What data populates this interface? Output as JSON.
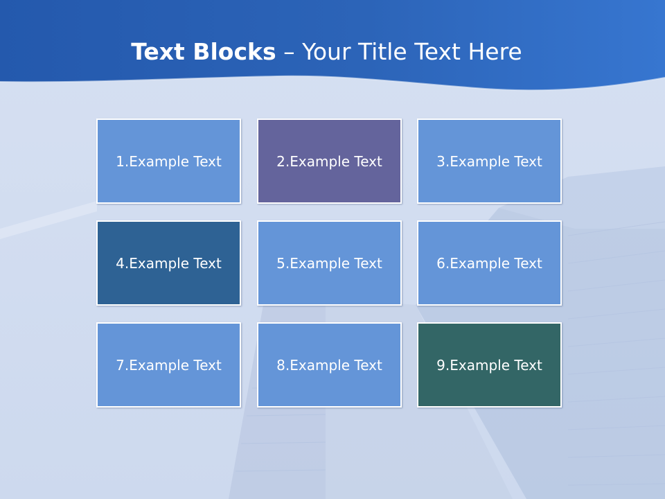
{
  "slide": {
    "title_bold": "Text Blocks",
    "title_dash": " – ",
    "title_rest": "Your Title Text Here"
  },
  "colors": {
    "header": "#2d67b9",
    "background": "#d3def1",
    "block_default": "#6495d8",
    "block_purple": "#64649c",
    "block_steel": "#2e6294",
    "block_teal": "#336666"
  },
  "blocks": [
    {
      "label": "1.Example Text",
      "color": "#6495d8"
    },
    {
      "label": "2.Example Text",
      "color": "#64649c"
    },
    {
      "label": "3.Example Text",
      "color": "#6495d8"
    },
    {
      "label": "4.Example Text",
      "color": "#2e6294"
    },
    {
      "label": "5.Example Text",
      "color": "#6495d8"
    },
    {
      "label": "6.Example Text",
      "color": "#6495d8"
    },
    {
      "label": "7.Example Text",
      "color": "#6495d8"
    },
    {
      "label": "8.Example Text",
      "color": "#6495d8"
    },
    {
      "label": "9.Example Text",
      "color": "#336666"
    }
  ]
}
